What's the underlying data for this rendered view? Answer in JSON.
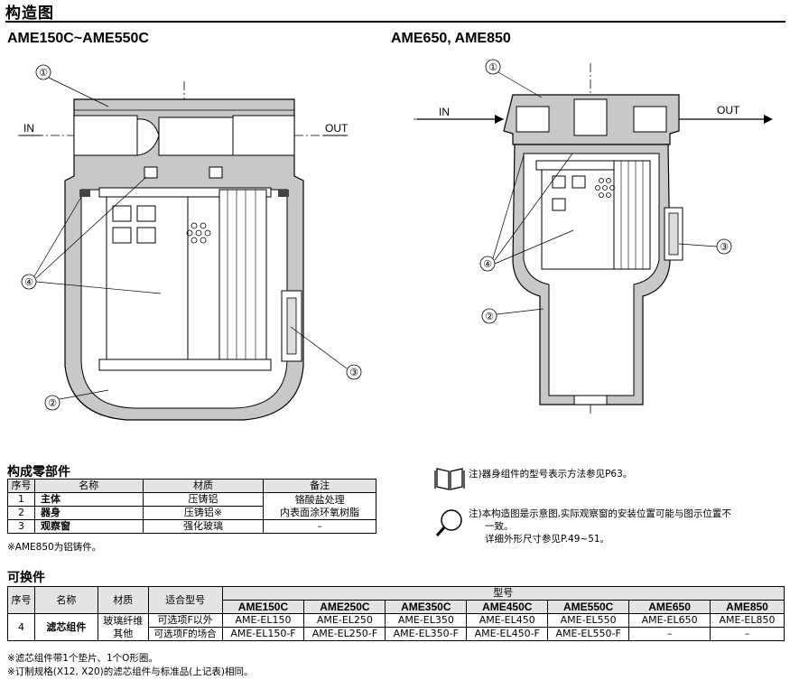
{
  "page_title": "构造图",
  "diagrams": {
    "left": {
      "title": "AME150C~AME550C",
      "in_label": "IN",
      "out_label": "OUT",
      "callouts": [
        "①",
        "②",
        "③",
        "④"
      ]
    },
    "right": {
      "title": "AME650, AME850",
      "in_label": "IN",
      "out_label": "OUT",
      "callouts": [
        "①",
        "②",
        "③",
        "④"
      ]
    }
  },
  "parts_section": {
    "title": "构成零部件",
    "headers": {
      "no": "序号",
      "name": "名称",
      "material": "材质",
      "note": "备注"
    },
    "rows": [
      {
        "no": "1",
        "name": "主体",
        "material": "压铸铝"
      },
      {
        "no": "2",
        "name": "器身",
        "material": "压铸铝※"
      },
      {
        "no": "3",
        "name": "观察窗",
        "material": "强化玻璃",
        "note": "–"
      }
    ],
    "merged_note_line1": "铬酸盐处理",
    "merged_note_line2": "内表面涂环氧树脂",
    "footnote": "※AME850为铝铸件。"
  },
  "notes": {
    "book": "注)器身组件的型号表示方法参见P63。",
    "search_line1": "注)本构造图是示意图,实际观察窗的安装位置可能与图示位置不",
    "search_line2": "一致。",
    "search_line3": "详细外形尺寸参见P.49~51。"
  },
  "replace_section": {
    "title": "可换件",
    "headers": {
      "no": "序号",
      "name": "名称",
      "material": "材质",
      "fit": "适合型号",
      "model_group": "型号"
    },
    "models": [
      "AME150C",
      "AME250C",
      "AME350C",
      "AME450C",
      "AME550C",
      "AME650",
      "AME850"
    ],
    "row_no": "4",
    "row_name": "滤芯组件",
    "material_line1": "玻璃纤维",
    "material_line2": "其他",
    "fit_options": [
      "可选项F以外",
      "可选项F的场合"
    ],
    "values_standard": [
      "AME-EL150",
      "AME-EL250",
      "AME-EL350",
      "AME-EL450",
      "AME-EL550",
      "AME-EL650",
      "AME-EL850"
    ],
    "values_option_f": [
      "AME-EL150-F",
      "AME-EL250-F",
      "AME-EL350-F",
      "AME-EL450-F",
      "AME-EL550-F",
      "–",
      "–"
    ],
    "footnote1": "※滤芯组件带1个垫片、1个O形圈。",
    "footnote2": "※订制规格(X12, X20)的滤芯组件与标准品(上记表)相同。"
  }
}
